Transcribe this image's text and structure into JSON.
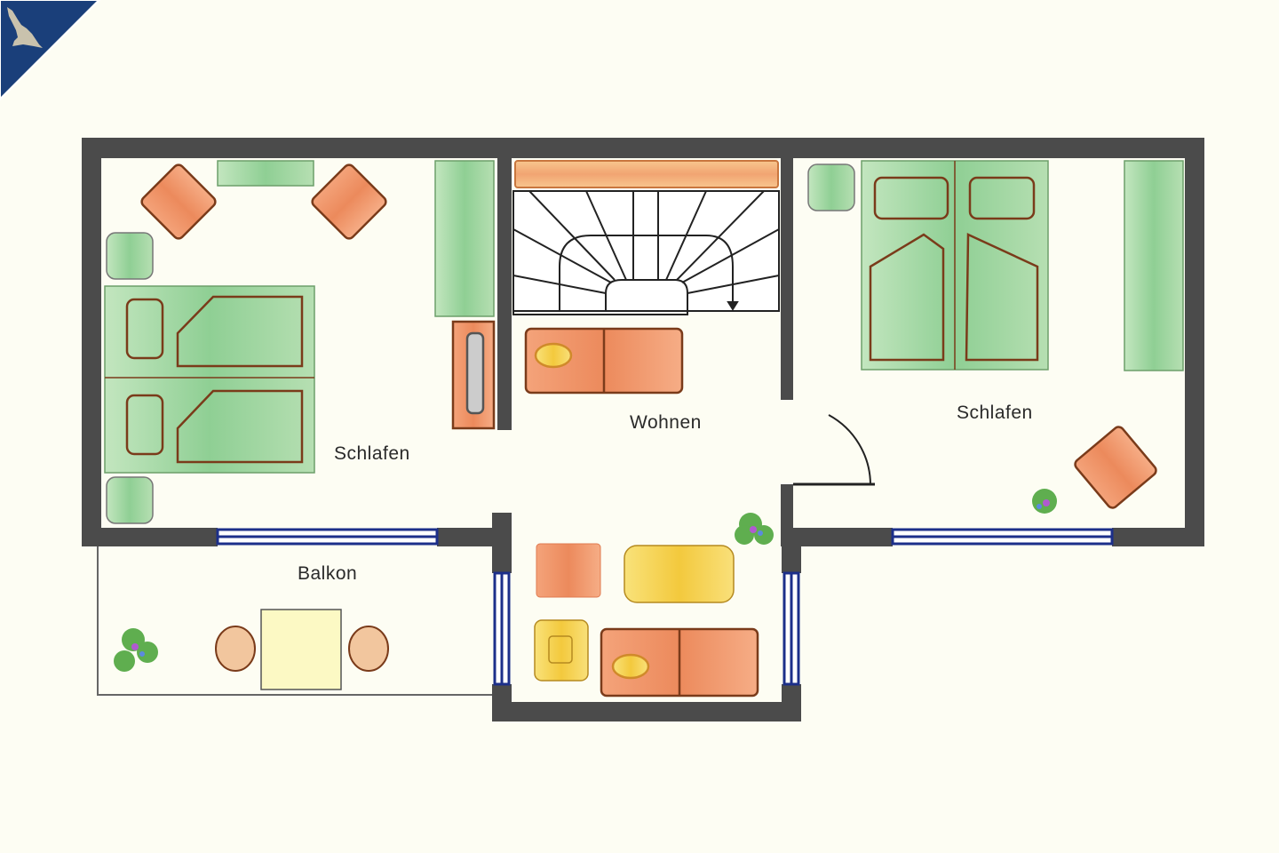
{
  "logo": {
    "name": "island-logo",
    "background": "#1a3f7a",
    "shape": "#c9c2ad"
  },
  "colors": {
    "wall": "#4b4b4b",
    "bed": "#9fd4a0",
    "seat": "#ee9466",
    "window": "#1c2f8a",
    "table": "#f6d64a",
    "floor": "#fdfdf3"
  },
  "rooms": {
    "bedroom_left": "Schlafen",
    "living": "Wohnen",
    "bedroom_right": "Schlafen",
    "balcony": "Balkon"
  }
}
